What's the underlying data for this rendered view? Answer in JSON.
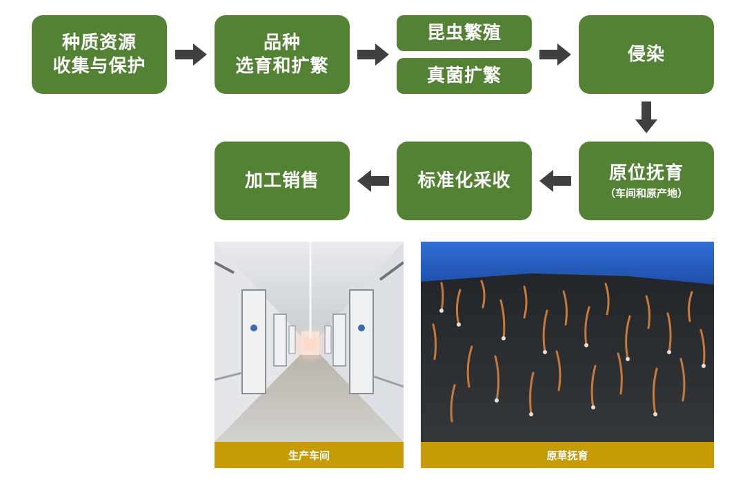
{
  "flow": {
    "step1": {
      "line1": "种质资源",
      "line2": "收集与保护"
    },
    "step2": {
      "line1": "品种",
      "line2": "选育和扩繁"
    },
    "step3a": {
      "label": "昆虫繁殖"
    },
    "step3b": {
      "label": "真菌扩繁"
    },
    "step4": {
      "label": "侵染"
    },
    "step5": {
      "label": "原位抚育",
      "sub": "（车间和原产地）"
    },
    "step6": {
      "label": "标准化采收"
    },
    "step7": {
      "label": "加工销售"
    }
  },
  "photos": [
    {
      "caption": "生产车间"
    },
    {
      "caption": "原草抚育"
    }
  ],
  "colors": {
    "box": "#548235",
    "arrow": "#404040",
    "caption_bar": "#c59c06"
  }
}
